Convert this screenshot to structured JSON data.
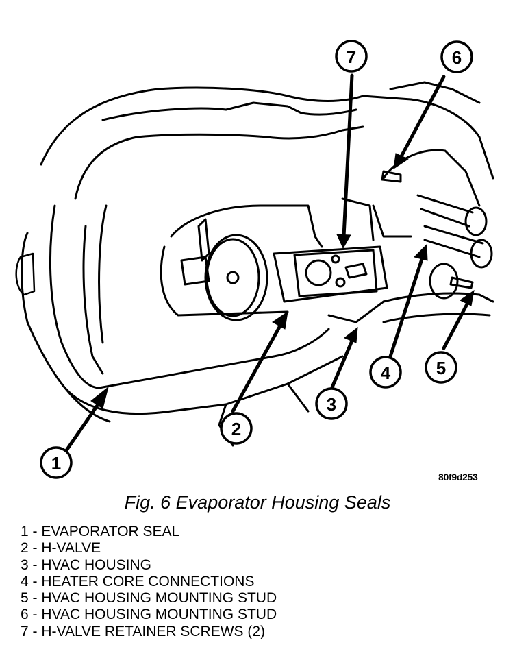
{
  "figure": {
    "code": "80f9d253",
    "caption": "Fig. 6 Evaporator Housing Seals"
  },
  "callouts": [
    {
      "number": "1"
    },
    {
      "number": "2"
    },
    {
      "number": "3"
    },
    {
      "number": "4"
    },
    {
      "number": "5"
    },
    {
      "number": "6"
    },
    {
      "number": "7"
    }
  ],
  "legend": [
    "1 - EVAPORATOR SEAL",
    "2 - H-VALVE",
    "3 - HVAC HOUSING",
    "4 - HEATER CORE CONNECTIONS",
    "5 - HVAC HOUSING MOUNTING STUD",
    "6 - HVAC HOUSING MOUNTING STUD",
    "7 - H-VALVE RETAINER SCREWS (2)"
  ]
}
